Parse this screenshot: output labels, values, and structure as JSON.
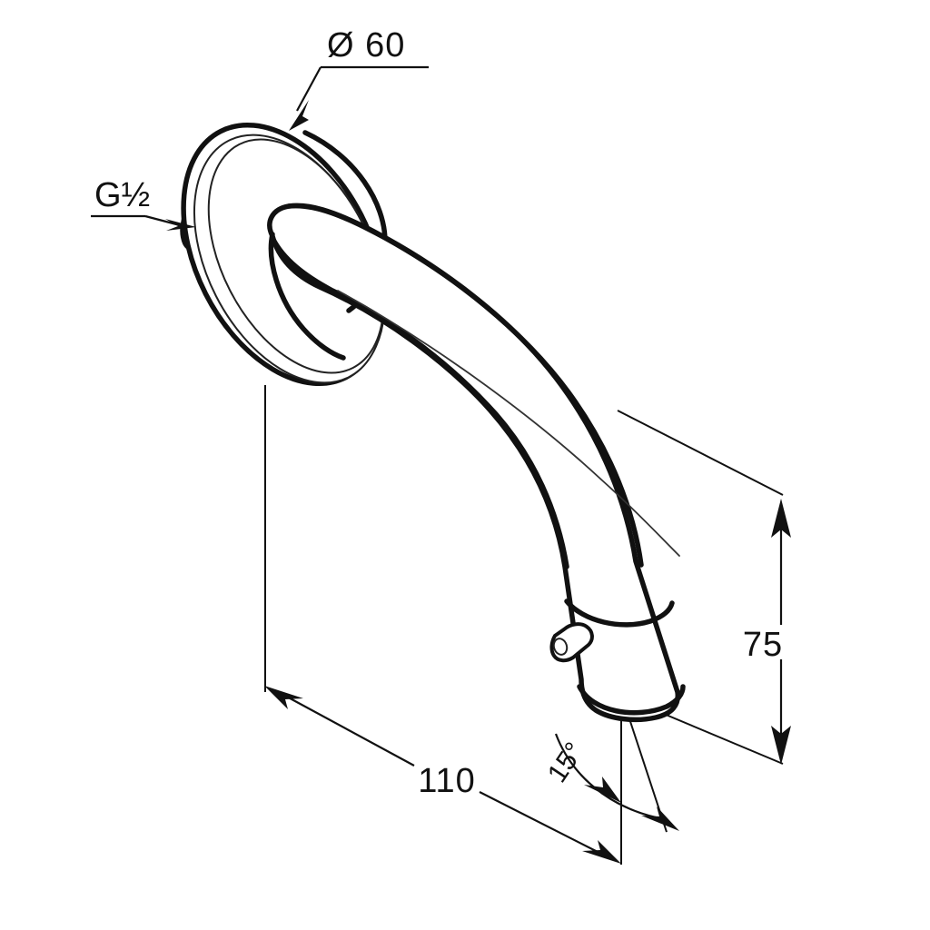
{
  "drawing": {
    "title": "Wall-mounted spout technical dimension drawing",
    "units": "mm",
    "background_color": "#ffffff",
    "line_color": "#111111",
    "text_color": "#111111"
  },
  "dimensions": {
    "diameter": {
      "label": "Ø 60",
      "symbol": "Ø",
      "value": "60",
      "describes": "escutcheon-flange-diameter"
    },
    "projection": {
      "label": "110",
      "value": "110",
      "describes": "spout-projection-from-wall"
    },
    "height": {
      "label": "75",
      "value": "75",
      "describes": "vertical-drop-to-outlet"
    },
    "angle": {
      "label": "15°",
      "value": "15",
      "unit": "°",
      "describes": "outlet-tilt-angle"
    },
    "thread": {
      "label": "G½",
      "describes": "inlet-thread-connection"
    }
  },
  "annotations": [
    {
      "name": "diameter-callout",
      "text": "Ø 60"
    },
    {
      "name": "thread-callout",
      "text": "G½"
    },
    {
      "name": "projection-dimension",
      "text": "110"
    },
    {
      "name": "height-dimension",
      "text": "75"
    },
    {
      "name": "angle-dimension",
      "text": "15°"
    }
  ],
  "parts": [
    {
      "name": "escutcheon-flange",
      "description": "round wall flange"
    },
    {
      "name": "spout-tube",
      "description": "curved spout body"
    },
    {
      "name": "outlet-sleeve",
      "description": "outlet collar at spout tip"
    },
    {
      "name": "grub-screw",
      "description": "small set screw pin on sleeve"
    },
    {
      "name": "inlet-connector",
      "description": "threaded inlet at wall side"
    }
  ]
}
